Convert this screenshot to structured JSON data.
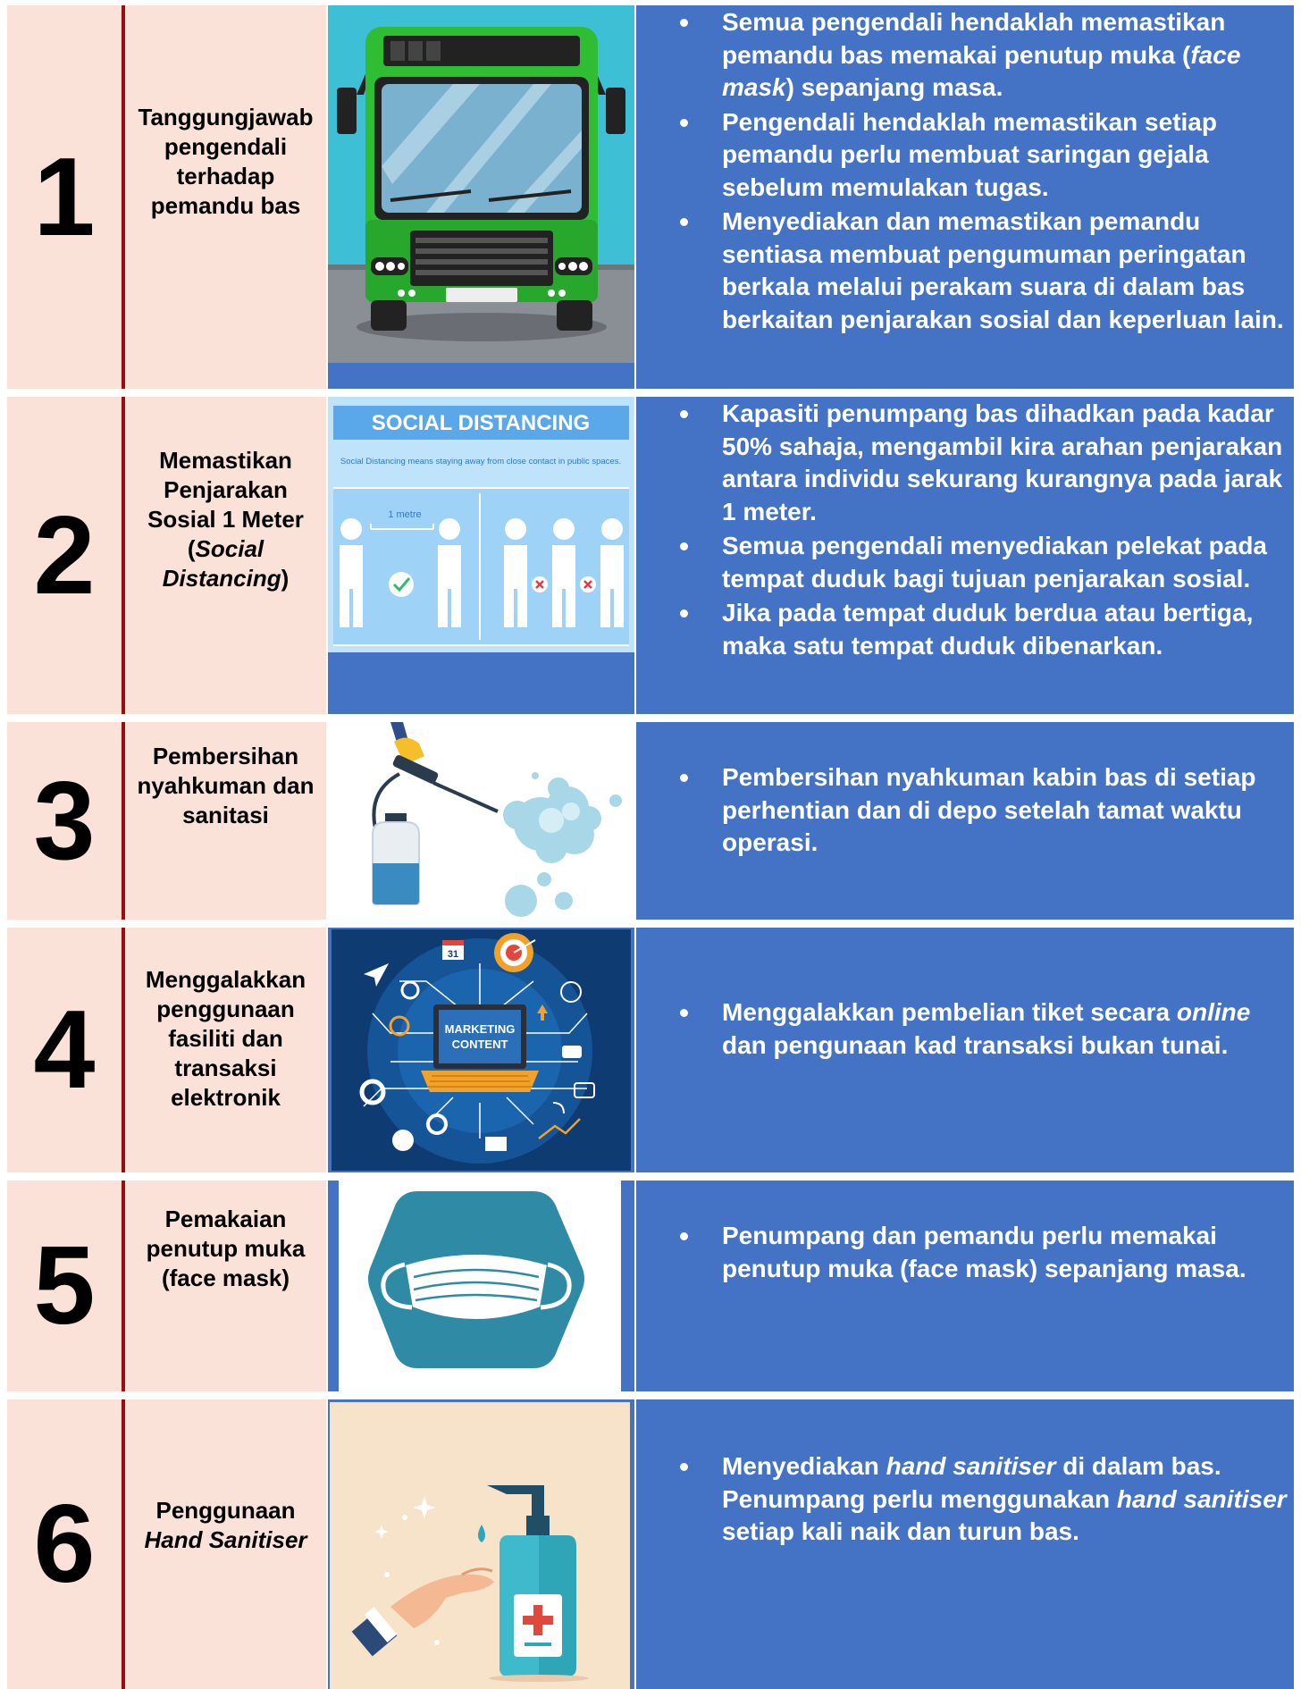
{
  "rows": [
    {
      "number": "1",
      "title": "Tanggungjawab pengendali terhadap pemandu bas",
      "bullets": [
        [
          "Semua pengendali hendaklah memastikan pemandu bas memakai penutup muka (",
          "face mask",
          ") sepanjang masa."
        ],
        [
          "Pengendali hendaklah memastikan setiap pemandu perlu membuat saringan gejala sebelum memulakan tugas.",
          "",
          ""
        ],
        [
          "Menyediakan dan memastikan pemandu sentiasa membuat pengumuman peringatan berkala melalui perakam suara di dalam bas berkaitan penjarakan sosial dan keperluan lain.",
          "",
          ""
        ]
      ]
    },
    {
      "number": "2",
      "title": "Memastikan Penjarakan Sosial 1 Meter",
      "title_open": "(",
      "title_italic": "Social Distancing",
      "title_close": ")",
      "image_text": {
        "heading": "SOCIAL DISTANCING",
        "caption": "Social Distancing means staying away from close contact in public spaces.",
        "measure": "1 metre"
      },
      "bullets": [
        [
          "Kapasiti penumpang bas dihadkan pada kadar 50% sahaja, mengambil kira arahan penjarakan antara individu sekurang kurangnya pada jarak 1 meter.",
          "",
          ""
        ],
        [
          "Semua pengendali menyediakan pelekat pada tempat duduk bagi tujuan penjarakan sosial.",
          "",
          ""
        ],
        [
          "Jika pada tempat duduk berdua atau bertiga, maka satu tempat duduk dibenarkan.",
          "",
          ""
        ]
      ]
    },
    {
      "number": "3",
      "title": "Pembersihan nyahkuman dan sanitasi",
      "bullets": [
        [
          "Pembersihan nyahkuman kabin bas di setiap perhentian dan di depo setelah tamat waktu operasi.",
          "",
          ""
        ]
      ]
    },
    {
      "number": "4",
      "title": "Menggalakkan penggunaan fasiliti dan transaksi elektronik",
      "image_text": {
        "screen_line1": "MARKETING",
        "screen_line2": "CONTENT",
        "calendar": "31"
      },
      "bullets": [
        [
          "Menggalakkan pembelian tiket secara ",
          "online",
          " dan pengunaan kad transaksi bukan tunai."
        ]
      ]
    },
    {
      "number": "5",
      "title": "Pemakaian penutup muka (face mask)",
      "bullets": [
        [
          "Penumpang dan pemandu perlu memakai penutup muka (face mask) sepanjang masa.",
          "",
          ""
        ]
      ]
    },
    {
      "number": "6",
      "title": "Penggunaan",
      "title_italic": "Hand Sanitiser",
      "bullets": [
        [
          "Menyediakan ",
          "hand sanitiser",
          " di dalam bas."
        ],
        [
          "Penumpang perlu menggunakan ",
          "hand sanitiser",
          " setiap kali naik dan turun bas."
        ]
      ]
    }
  ],
  "colors": {
    "number_bg": "#fae2d8",
    "divider": "#9b0d14",
    "desc_bg": "#4472c4",
    "bus_green": "#2ebd33"
  }
}
